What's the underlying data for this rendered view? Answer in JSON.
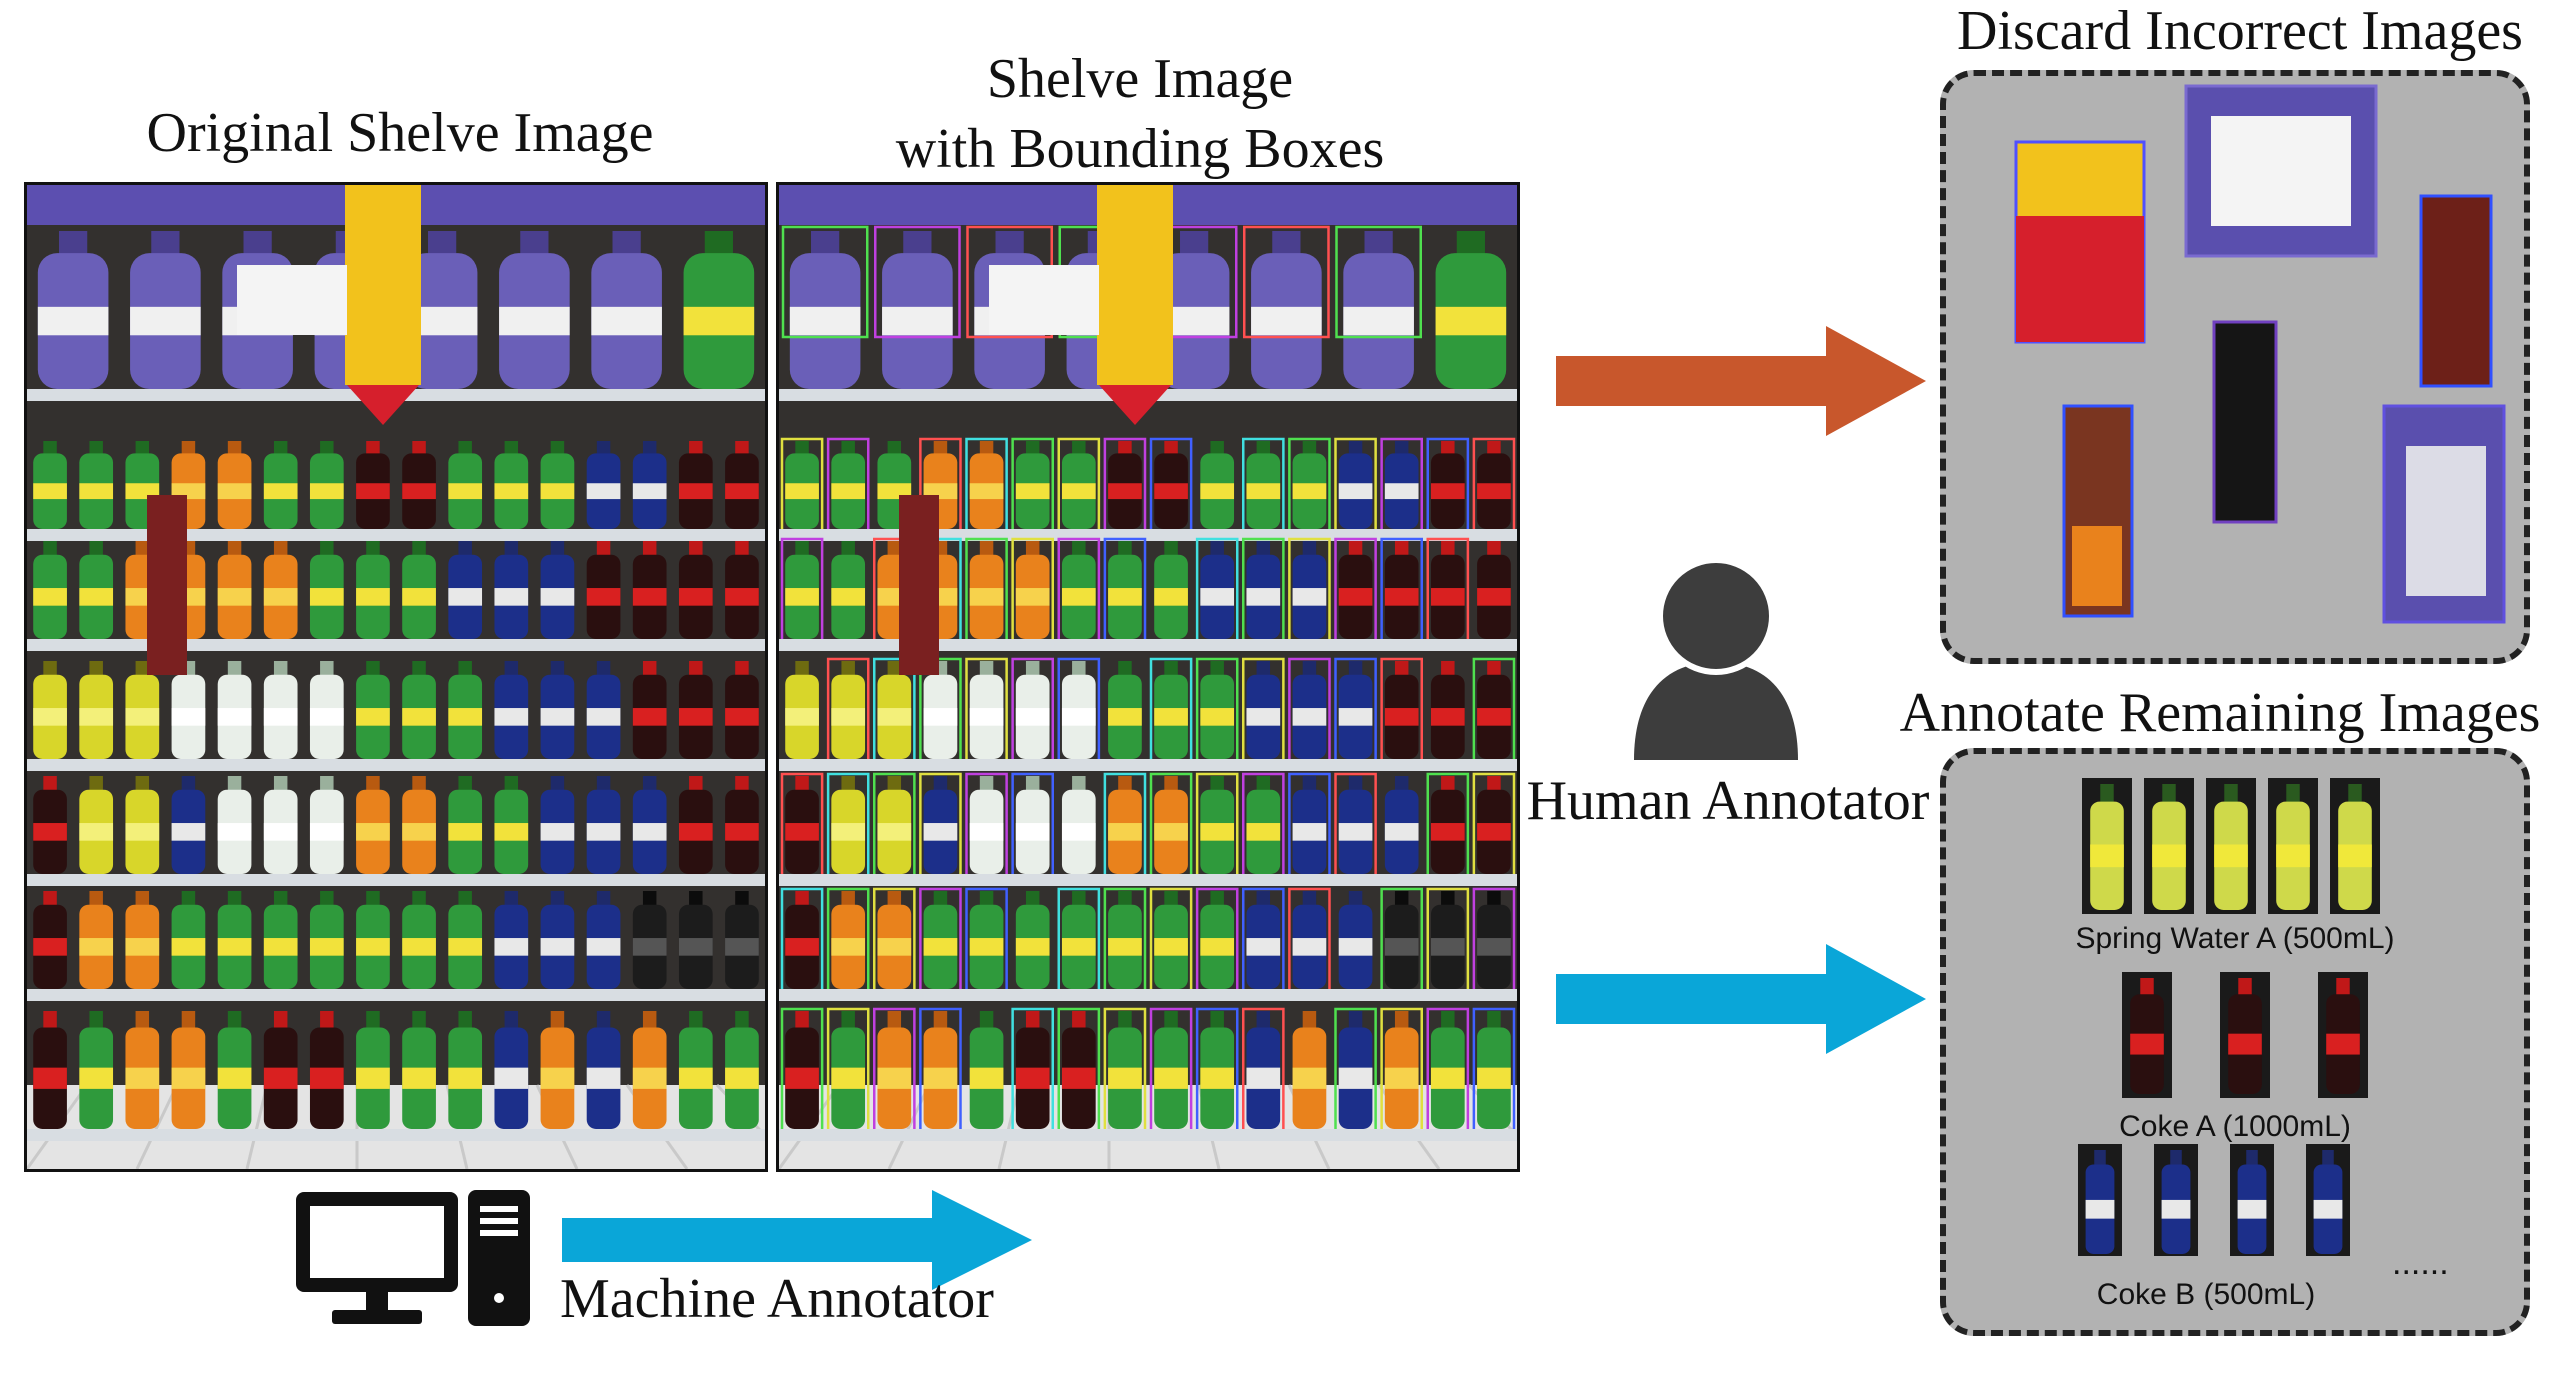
{
  "titles": {
    "original": "Original Shelve Image",
    "bbox_line1": "Shelve Image",
    "bbox_line2": "with Bounding Boxes",
    "discard": "Discard Incorrect Images",
    "annotate": "Annotate Remaining Images"
  },
  "labels": {
    "human": "Human Annotator",
    "machine": "Machine Annotator"
  },
  "annotated_classes": [
    {
      "name": "Spring Water A (500mL)"
    },
    {
      "name": "Coke A (1000mL)"
    },
    {
      "name": "Coke B (500mL)"
    }
  ],
  "ellipsis": "......",
  "colors": {
    "discard_arrow": "#c8572c",
    "annotate_arrow": "#0aa6d8",
    "machine_arrow": "#0aa6d8",
    "box_background": "#b2b2b2",
    "icon": "#3d3d3d"
  },
  "icons": [
    "computer-monitor-icon",
    "computer-tower-icon",
    "person-icon"
  ]
}
